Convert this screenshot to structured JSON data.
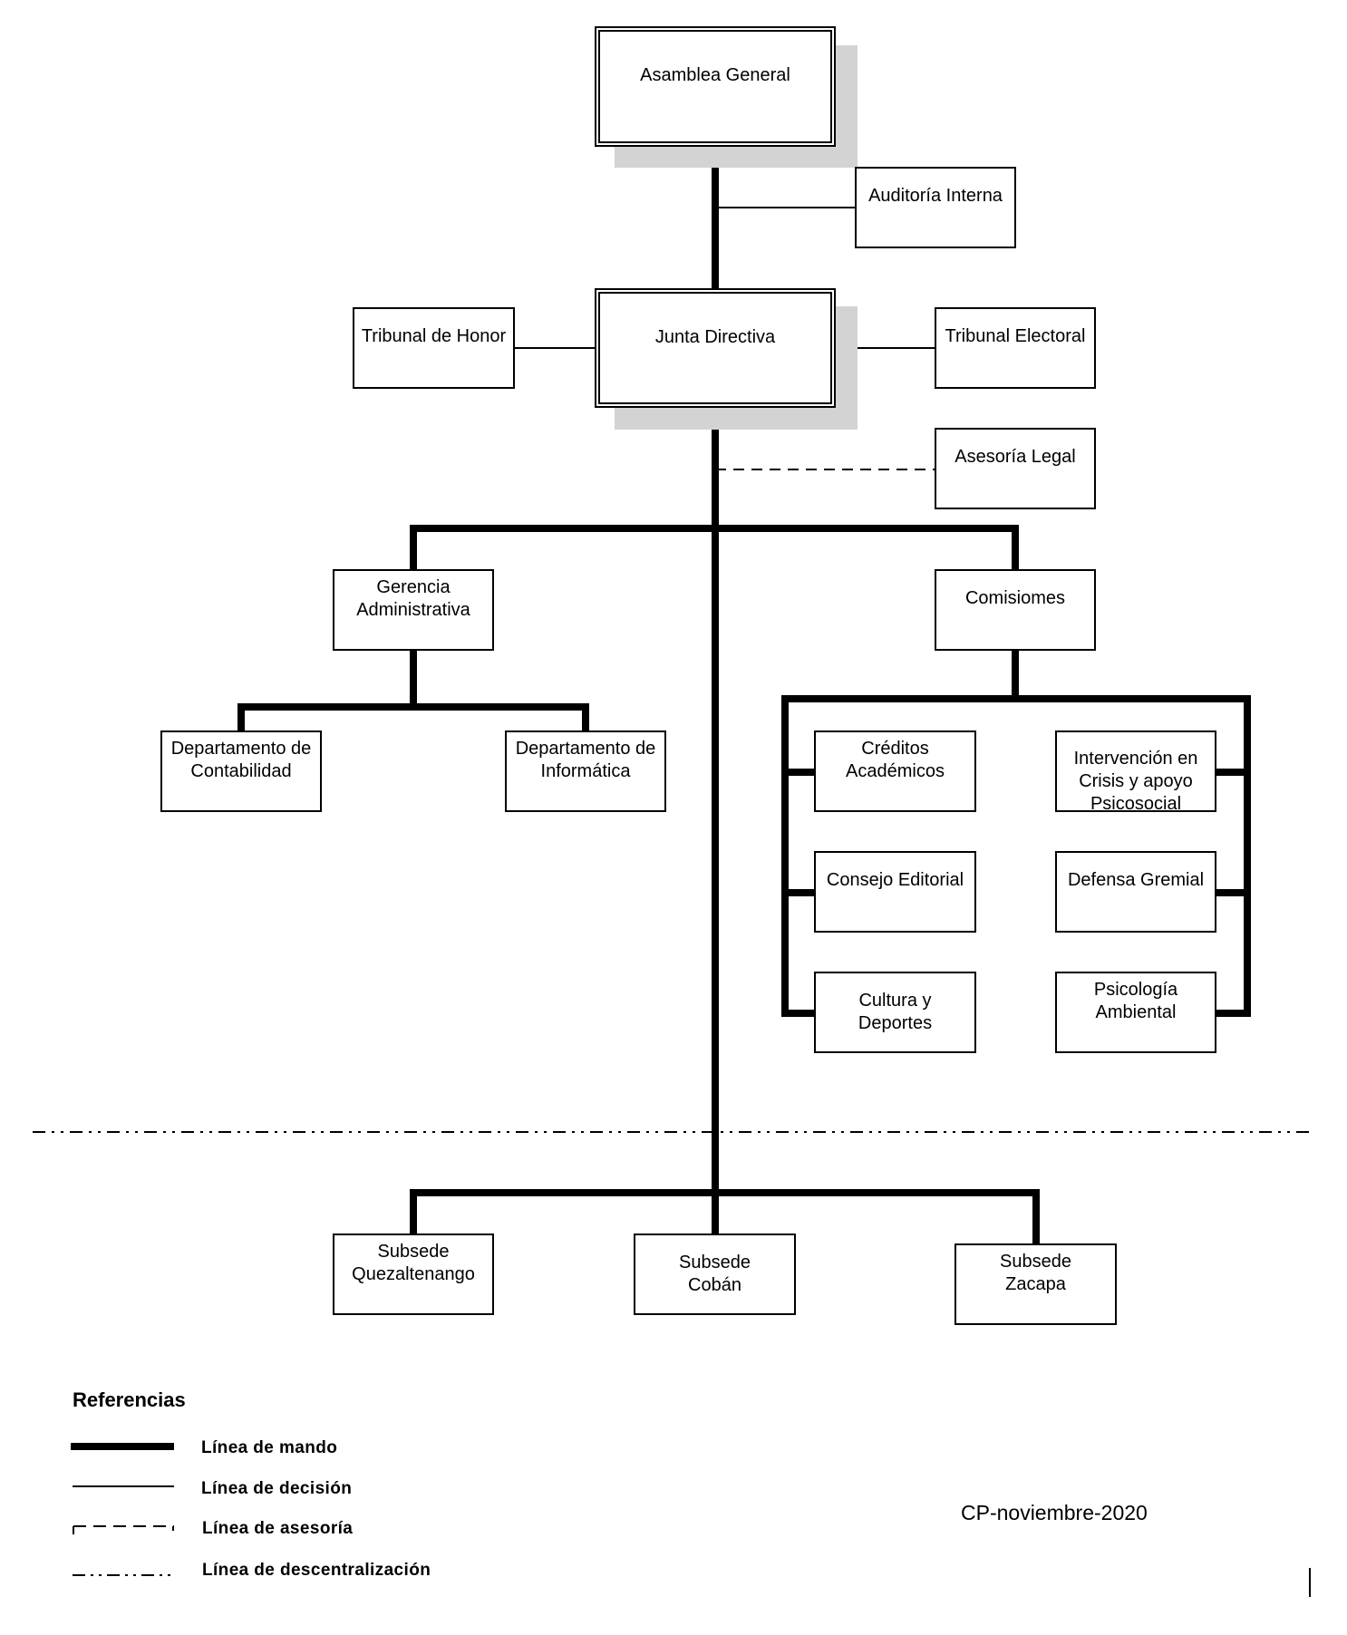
{
  "chart": {
    "nodes": {
      "asamblea": "Asamblea General",
      "auditoria": "Auditoría Interna",
      "junta": "Junta Directiva",
      "tribunal_honor": "Tribunal de Honor",
      "tribunal_electoral": "Tribunal Electoral",
      "asesoria_legal": "Asesoría Legal",
      "gerencia": "Gerencia Administrativa",
      "comisiones": "Comisiomes",
      "depto_contabilidad": "Departamento de Contabilidad",
      "depto_informatica": "Departamento de Informática",
      "creditos": "Créditos Académicos",
      "intervencion": "Intervención en Crisis y apoyo Psicosocial",
      "consejo": "Consejo Editorial",
      "defensa": "Defensa Gremial",
      "cultura": "Cultura y Deportes",
      "psicologia": "Psicología Ambiental",
      "subsede_quetzaltenango": "Subsede Quezaltenango",
      "subsede_coban": "Subsede Cobán",
      "subsede_zacapa": "Subsede Zacapa"
    }
  },
  "legend": {
    "title": "Referencias",
    "items": [
      {
        "label": "Línea de mando",
        "style": "thick"
      },
      {
        "label": "Línea de decisión",
        "style": "thin"
      },
      {
        "label": "Línea de asesoría",
        "style": "dashed"
      },
      {
        "label": "Línea de descentralización",
        "style": "dash-dot"
      }
    ]
  },
  "footer": "CP-noviembre-2020",
  "colors": {
    "line": "#000000",
    "shadow": "#d3d3d3",
    "background": "#ffffff"
  }
}
